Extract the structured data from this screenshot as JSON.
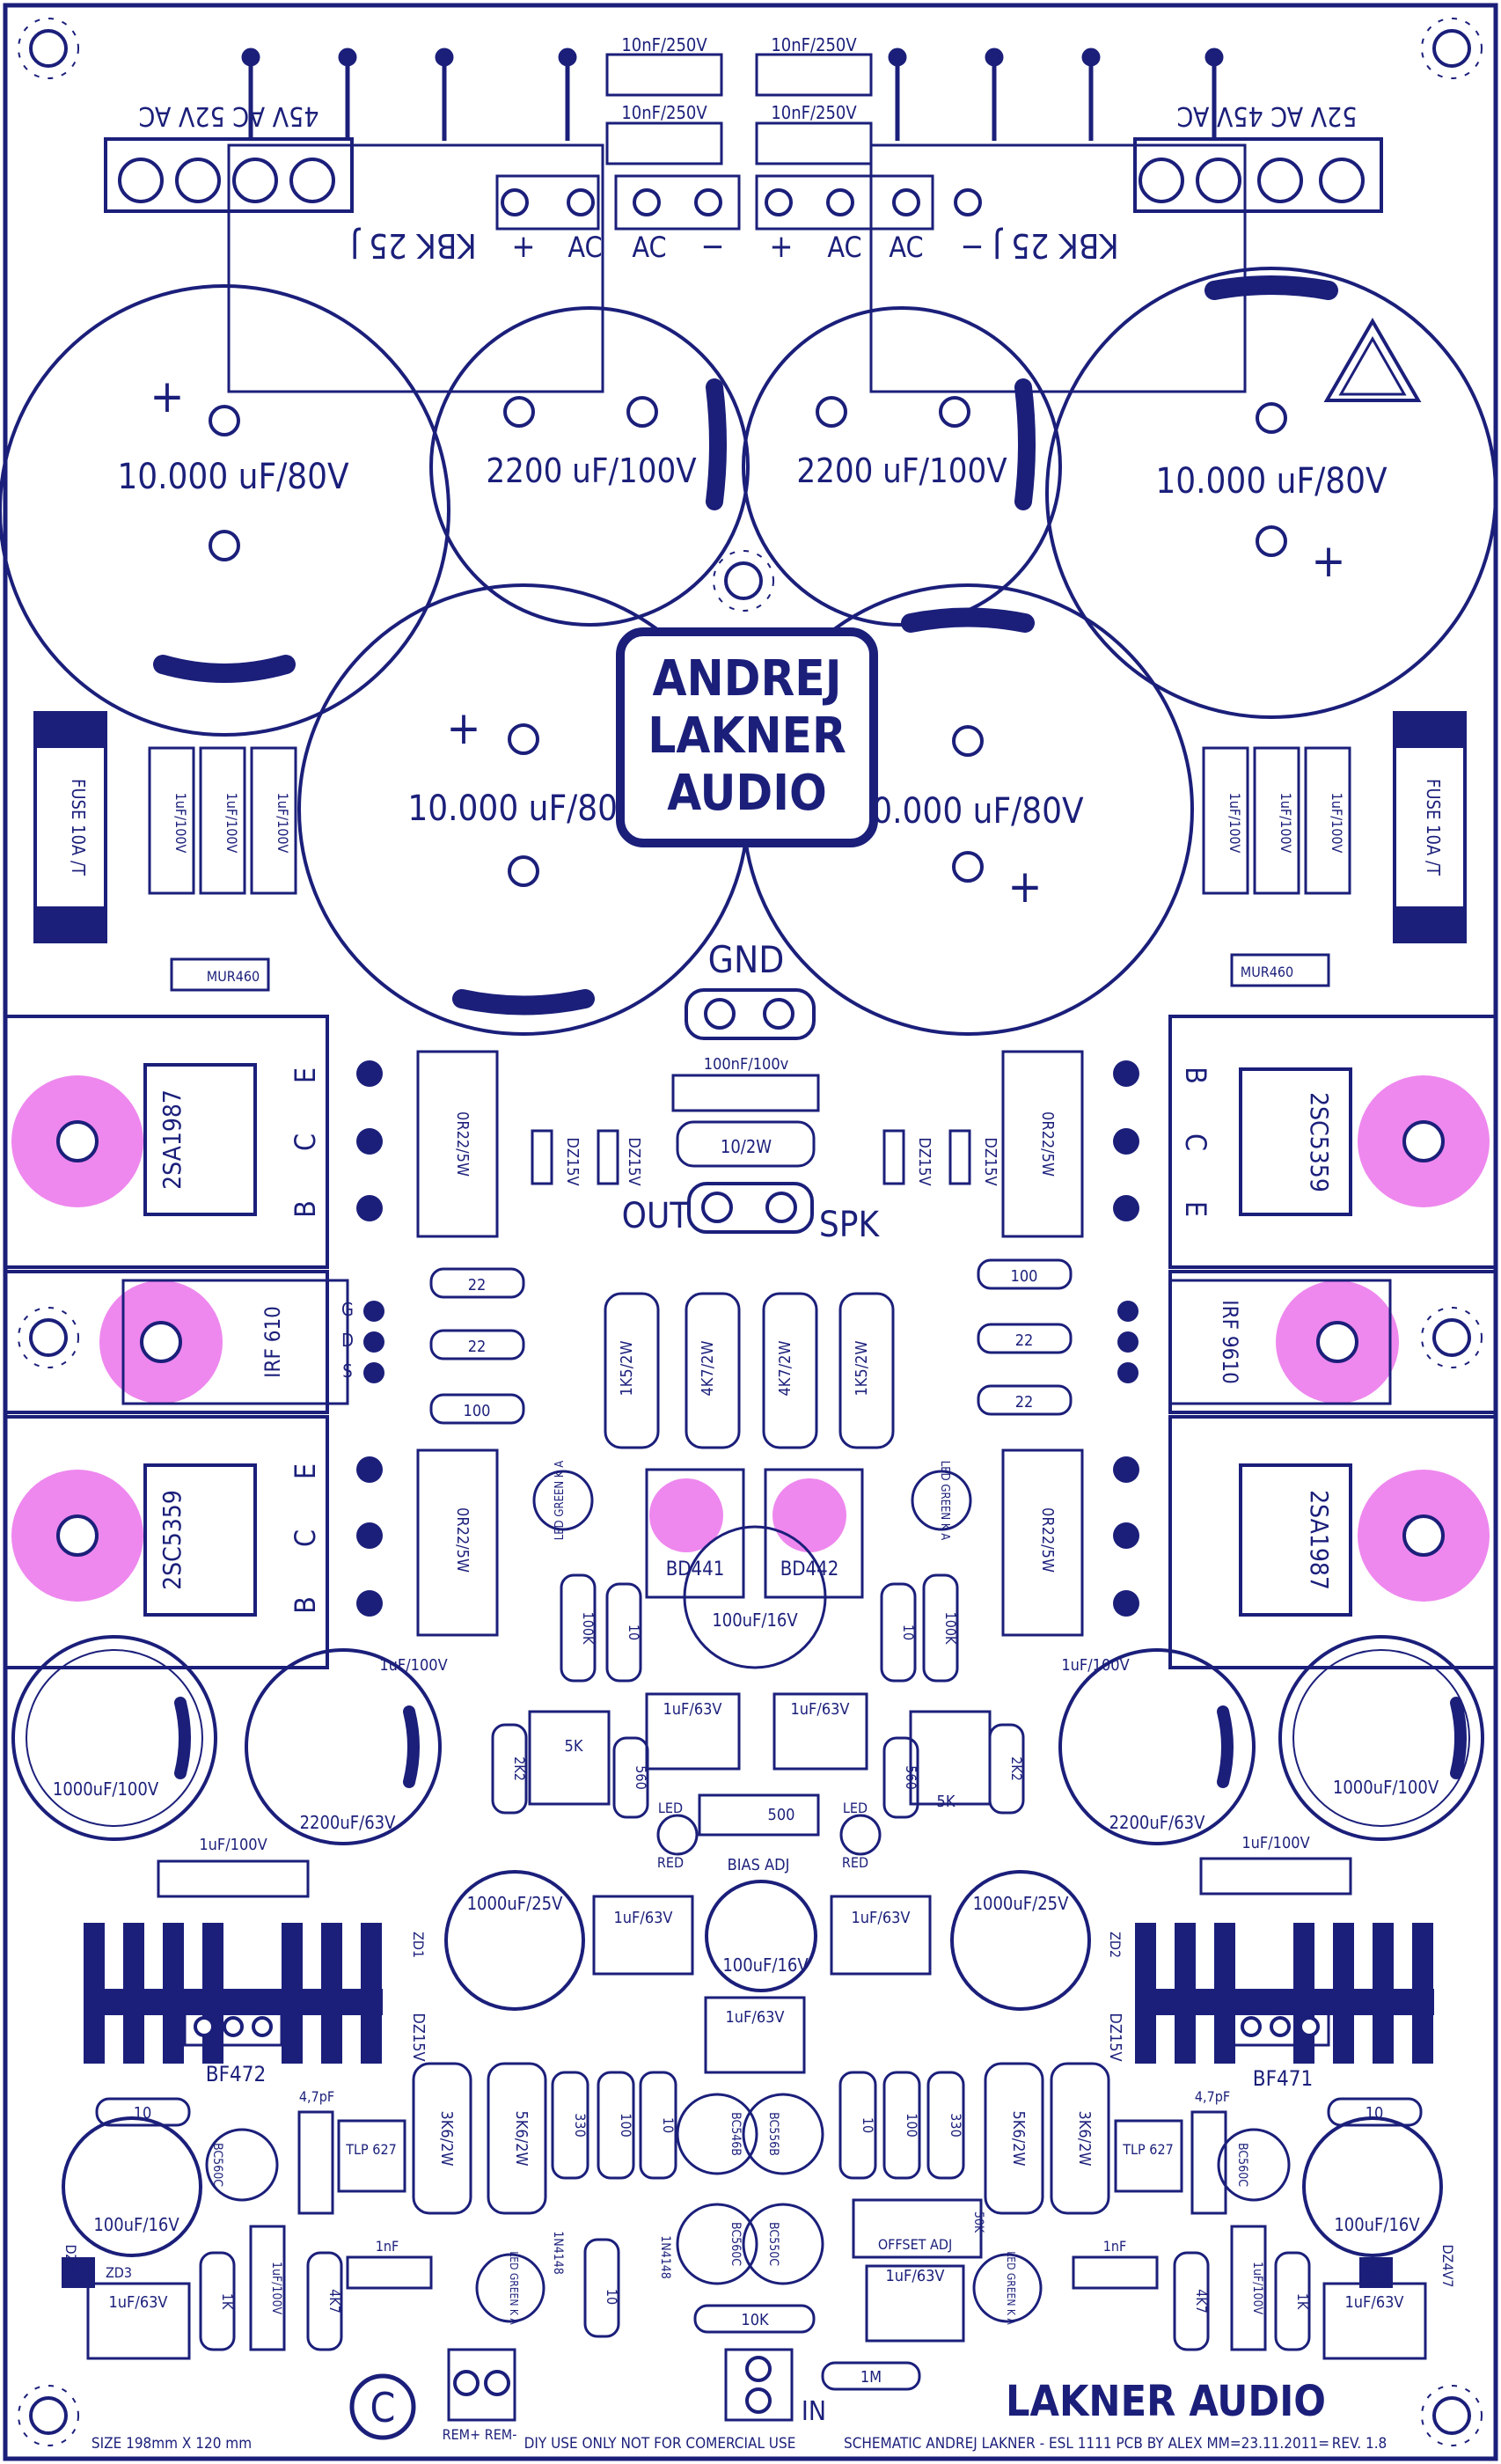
{
  "board": {
    "brand": "ANDREJ LAKNER AUDIO",
    "logo_lines": [
      "ANDREJ",
      "LAKNER",
      "AUDIO"
    ],
    "footer_brand": "LAKNER AUDIO",
    "size": "SIZE 198mm X 120 mm",
    "diy": "DIY USE ONLY NOT FOR COMERCIAL USE",
    "credits": "SCHEMATIC ANDREJ LAKNER - ESL 1111 PCB BY ALEX MM=23.11.2011=",
    "revision": "REV. 1.8",
    "copyright": "C"
  },
  "power_input": {
    "left_terminal": "45V AC 52V AC",
    "right_terminal": "52V AC 45V AC",
    "bridge": "KBK 25 J",
    "bridge_pins_left": [
      "+",
      "AC",
      "AC",
      "−"
    ],
    "bridge_pins_right": [
      "+",
      "AC",
      "AC",
      "−"
    ],
    "film_caps": [
      "10nF/250V",
      "10nF/250V",
      "10nF/250V",
      "10nF/250V"
    ]
  },
  "capacitors": {
    "big": "10.000 uF/80V",
    "mid": "2200 uF/100V",
    "decoupling_1uF": "1uF/100V",
    "c1000": "1000uF/100V",
    "c2200": "2200uF/63V",
    "c1000_25": "1000uF/25V",
    "c100_16": "100uF/16V",
    "c1_63": "1uF/63V",
    "c100n": "100nF/100v",
    "c4p7": "4,7pF",
    "c1n": "1nF"
  },
  "fuses": {
    "left": "FUSE 10A /T",
    "right": "FUSE 10A /T",
    "diode": "MUR460"
  },
  "output": {
    "gnd": "GND",
    "out": "OUT",
    "spk": "SPK",
    "zobel": "10/2W"
  },
  "transistors": {
    "top_left": "2SA1987",
    "top_right": "2SC5359",
    "bot_left": "2SC5359",
    "bot_right": "2SA1987",
    "mosfet_left": "IRF 610",
    "mosfet_right": "IRF 9610",
    "driver_left": "BD441",
    "driver_right": "BD442",
    "vas_left": "BF472",
    "vas_right": "BF471",
    "bc560": "BC560C",
    "bc550": "BC550C",
    "bc546": "BC546B",
    "bc556": "BC556B",
    "tlp": "TLP 627"
  },
  "pins": {
    "bce": [
      "B",
      "C",
      "E"
    ],
    "gds": [
      "G",
      "D",
      "S"
    ],
    "ecb": [
      "E",
      "C",
      "B"
    ]
  },
  "resistors": {
    "emitter": "0R22/5W",
    "r22": "22",
    "r100": "100",
    "r1k5": "1K5/2W",
    "r4k7": "4K7/2W",
    "r100k": "100K",
    "r10": "10",
    "r2k2": "2K2",
    "r560": "560",
    "r5k": "5K",
    "r500": "500",
    "r3k6": "3K6/2W",
    "r5k6": "5K6/2W",
    "r330": "330",
    "r1k": "1K",
    "r4k7s": "4K7",
    "r10k": "10K",
    "r1m": "1M"
  },
  "misc": {
    "dz15": "DZ15V",
    "dz4v7": "DZ4V7",
    "zd1": "ZD1",
    "zd2": "ZD2",
    "zd3": "ZD3",
    "led_green": "LED GREEN K A",
    "led_red": "RED",
    "led": "LED",
    "bias_adj": "BIAS ADJ",
    "offset_adj": "OFFSET ADJ",
    "r50k": "50K",
    "rem": "REM+ REM-",
    "in": "IN",
    "diode1n": "1N4148"
  },
  "colors": {
    "ink": "#1b1f7a",
    "pink": "#ee88ee",
    "background": "#ffffff"
  }
}
